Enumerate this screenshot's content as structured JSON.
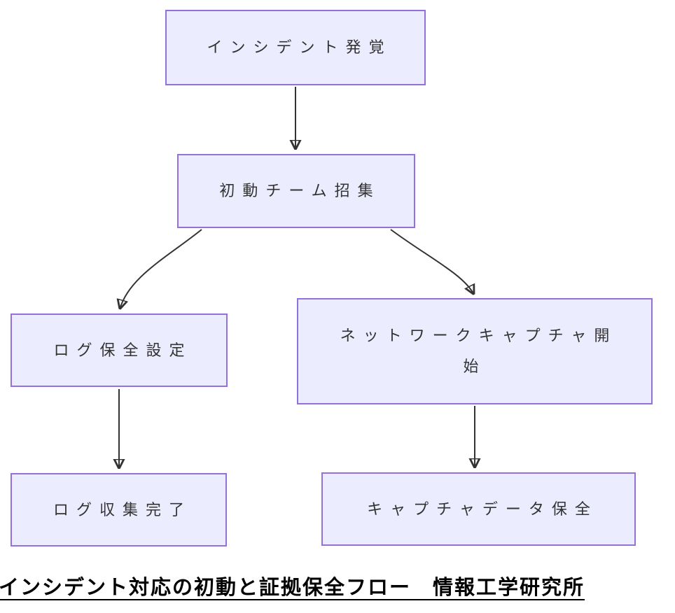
{
  "diagram": {
    "type": "flowchart",
    "direction": "top-down",
    "nodes": [
      {
        "id": "incident",
        "label": "インシデント発覚"
      },
      {
        "id": "team",
        "label": "初動チーム招集"
      },
      {
        "id": "log_setup",
        "label": "ログ保全設定"
      },
      {
        "id": "capture_start",
        "label": "ネットワークキャプチャ開始"
      },
      {
        "id": "log_done",
        "label": "ログ収集完了"
      },
      {
        "id": "capture_preserve",
        "label": "キャプチャデータ保全"
      }
    ],
    "edges": [
      {
        "from": "incident",
        "to": "team"
      },
      {
        "from": "team",
        "to": "log_setup"
      },
      {
        "from": "team",
        "to": "capture_start"
      },
      {
        "from": "log_setup",
        "to": "log_done"
      },
      {
        "from": "capture_start",
        "to": "capture_preserve"
      }
    ],
    "caption": "インシデント対応の初動と証拠保全フロー　情報工学研究所",
    "colors": {
      "node_fill": "#ECECFF",
      "node_border": "#9370DB",
      "edge_stroke": "#333333",
      "node_text": "#333333",
      "caption_text": "#000000"
    }
  }
}
